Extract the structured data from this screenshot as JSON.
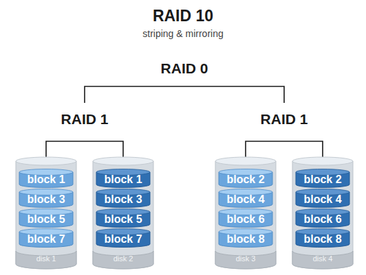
{
  "diagram": {
    "title": "RAID 10",
    "nodes": [
      {
        "text": [
          "disk 1"
        ]
      },
      {
        "text": [
          "block 1"
        ],
        "in": 0
      },
      {
        "text": [
          "block 3"
        ],
        "in": 0
      },
      {
        "text": [
          "block 5"
        ],
        "in": 0
      },
      {
        "text": [
          "block 7"
        ],
        "in": 0
      },
      {
        "text": [
          "disk 2"
        ]
      },
      {
        "text": [
          "block 1"
        ],
        "in": 5
      },
      {
        "text": [
          "block 3"
        ],
        "in": 5
      },
      {
        "text": [
          "block 5"
        ],
        "in": 5
      },
      {
        "text": [
          "block 7"
        ],
        "in": 5
      },
      {
        "text": [
          "disk 3"
        ]
      },
      {
        "text": [
          "block 2"
        ],
        "in": 10
      },
      {
        "text": [
          "block 4"
        ],
        "in": 10
      },
      {
        "text": [
          "block 6"
        ],
        "in": 10
      },
      {
        "text": [
          "block 8"
        ],
        "in": 10
      },
      {
        "text": [
          "disk 4"
        ]
      },
      {
        "text": [
          "block 2"
        ],
        "in": 15
      },
      {
        "text": [
          "block 4"
        ],
        "in": 15
      },
      {
        "text": [
          "block 6"
        ],
        "in": 15
      },
      {
        "text": [
          "block 8"
        ],
        "in": 15
      }
    ],
    "labels": [
      "striping & mirroring",
      "RAID 0",
      "RAID 1",
      "RAID 1"
    ]
  }
}
